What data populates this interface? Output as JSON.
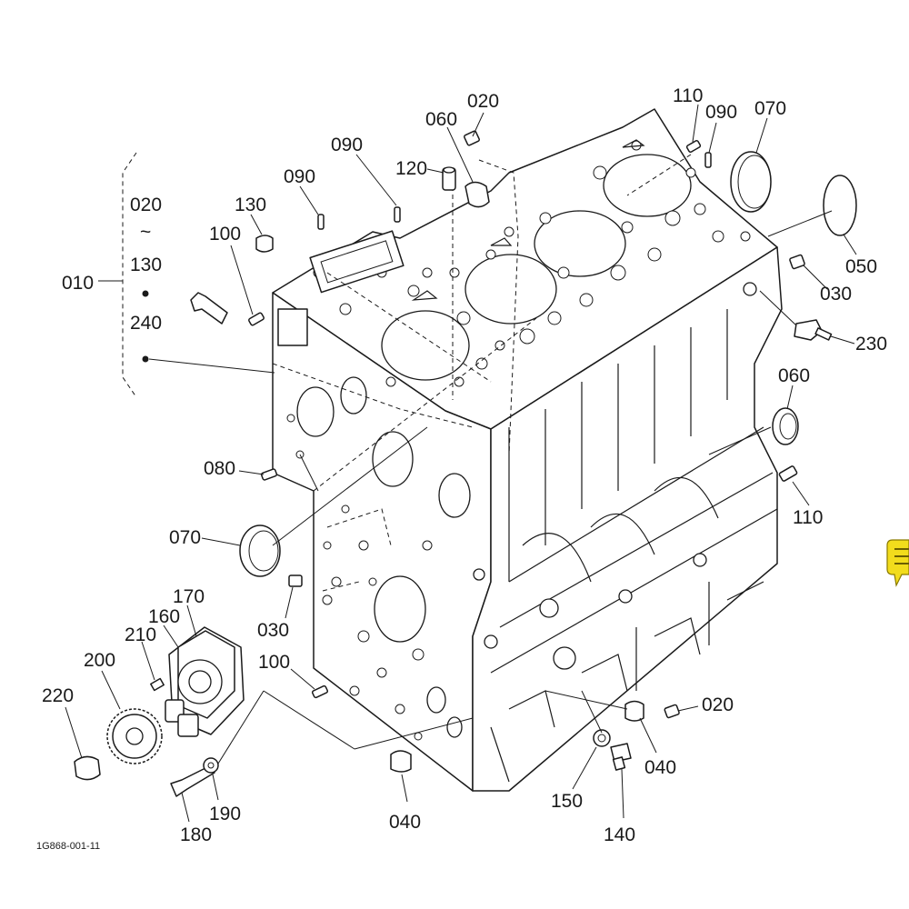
{
  "drawing_code": "1G868-001-11",
  "group": {
    "main": "010",
    "range_from": "020",
    "tilde": "~",
    "range_to": "130",
    "bullet_item": "240"
  },
  "callouts": {
    "c020_top": "020",
    "c060_top": "060",
    "c120": "120",
    "c090_mid": "090",
    "c090_left": "090",
    "c130": "130",
    "c100_top": "100",
    "c110_top": "110",
    "c090_right": "090",
    "c070_top": "070",
    "c050": "050",
    "c030_right": "030",
    "c230": "230",
    "c060_right": "060",
    "c110_right": "110",
    "c080": "080",
    "c070_left": "070",
    "c030_bottom": "030",
    "c100_bottom": "100",
    "c170": "170",
    "c160": "160",
    "c210": "210",
    "c200": "200",
    "c220": "220",
    "c190": "190",
    "c180": "180",
    "c040_bottom": "040",
    "c150": "150",
    "c140": "140",
    "c040_right": "040",
    "c020_bottom": "020"
  },
  "comment_icon": {
    "name": "comment-icon",
    "color": "#f2dc1c"
  }
}
